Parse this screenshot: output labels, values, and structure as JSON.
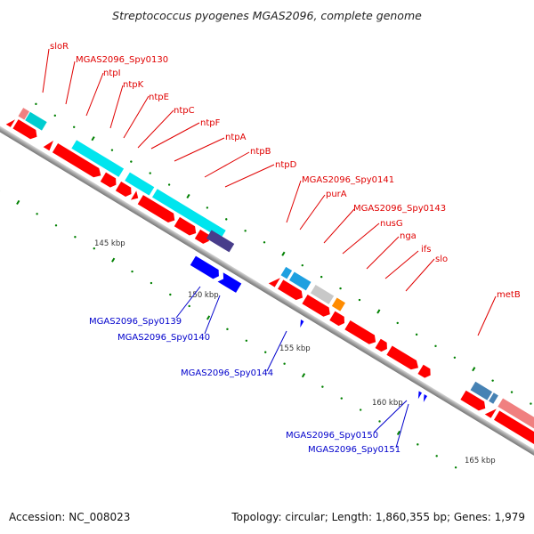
{
  "title": "Streptococcus pyogenes MGAS2096, complete genome",
  "footer": {
    "accession": "Accession: NC_008023",
    "stats": "Topology: circular; Length: 1,860,355 bp; Genes: 1,979"
  },
  "colors": {
    "forward_cds": "#ff0000",
    "forward_other_light": "#f08080",
    "forward_cyan": "#00e5ee",
    "reverse_blue": "#0000ff",
    "reverse_navy": "#483d8b",
    "steelblue": "#4682b4",
    "skyblue": "#1ea0e0",
    "gray": "#c8c8c8",
    "orange": "#ff8c00",
    "backbone": "#999999",
    "tick": "#008000",
    "label_forward": "#e00000",
    "label_reverse": "#0000cc"
  },
  "axis": {
    "unit": "kbp",
    "tick_labels": [
      "145 kbp",
      "150 kbp",
      "155 kbp",
      "160 kbp",
      "165 kbp"
    ]
  },
  "forward_labels": [
    "sloR",
    "MGAS2096_Spy0130",
    "ntpI",
    "ntpK",
    "ntpE",
    "ntpC",
    "ntpF",
    "ntpA",
    "ntpB",
    "ntpD",
    "MGAS2096_Spy0141",
    "purA",
    "MGAS2096_Spy0143",
    "nusG",
    "nga",
    "ifs",
    "slo",
    "metB"
  ],
  "reverse_labels": [
    "MGAS2096_Spy0139",
    "MGAS2096_Spy0140",
    "MGAS2096_Spy0144",
    "MGAS2096_Spy0150",
    "MGAS2096_Spy0151"
  ]
}
